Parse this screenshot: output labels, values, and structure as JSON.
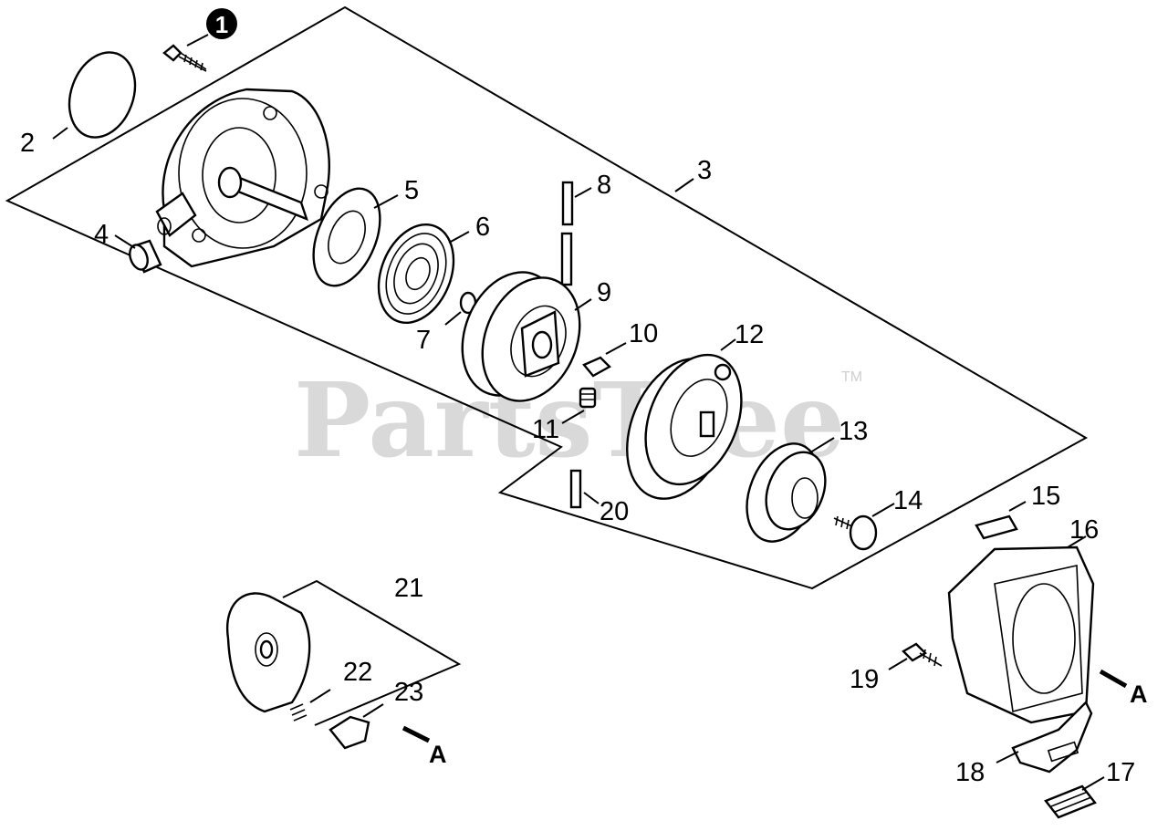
{
  "watermark": {
    "text": "PartsTree",
    "tm": "TM"
  },
  "badge": {
    "number": "1"
  },
  "callouts": {
    "c2": "2",
    "c3": "3",
    "c4": "4",
    "c5": "5",
    "c6": "6",
    "c7": "7",
    "c8": "8",
    "c9": "9",
    "c10": "10",
    "c11": "11",
    "c12": "12",
    "c13": "13",
    "c14": "14",
    "c15": "15",
    "c16": "16",
    "c17": "17",
    "c18": "18",
    "c19": "19",
    "c20": "20",
    "c21": "21",
    "c22": "22",
    "c23": "23"
  },
  "references": {
    "a_left": "A",
    "a_right": "A"
  }
}
